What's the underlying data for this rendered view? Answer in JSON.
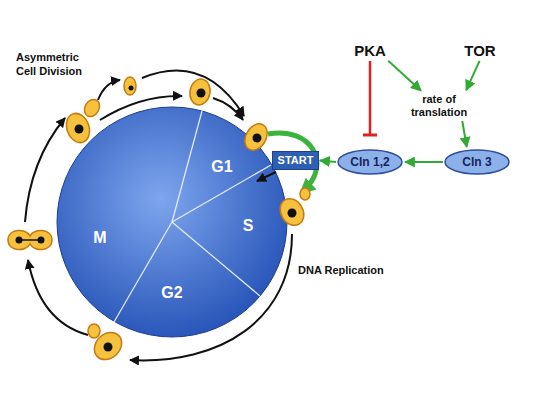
{
  "diagram": {
    "nodes": [
      {
        "text": [
          "PKA"
        ]
      },
      {
        "text": [
          "TOR"
        ]
      },
      {
        "text": [
          "rate of translation"
        ]
      },
      {
        "text": [
          "Cln 3"
        ]
      },
      {
        "text": [
          "Cln 1,2"
        ]
      },
      {
        "text": [
          "START"
        ]
      }
    ],
    "edges": [
      {
        "from": 0,
        "to": 4,
        "arrow": "to"
      },
      {
        "from": 0,
        "to": 2,
        "arrow": "to"
      },
      {
        "from": 1,
        "to": 2,
        "arrow": "to"
      },
      {
        "from": 2,
        "to": 3,
        "arrow": "to"
      },
      {
        "from": 3,
        "to": 4,
        "arrow": "to"
      },
      {
        "from": 4,
        "to": 5,
        "arrow": "to"
      }
    ],
    "labels": [
      "Asymmetric Cell Division",
      "DNA Replication",
      "G1",
      "S",
      "G2",
      "M"
    ]
  }
}
